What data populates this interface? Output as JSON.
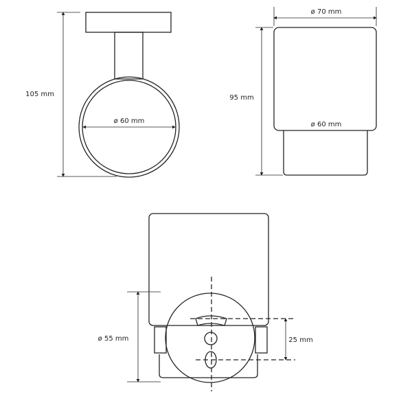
{
  "views": {
    "side_holder": {
      "height_label": "105 mm",
      "ring_diameter_label": "ø 60 mm"
    },
    "cup": {
      "top_diameter_label": "ø 70 mm",
      "height_label": "95 mm",
      "bottom_diameter_label": "ø 60 mm"
    },
    "front": {
      "plate_diameter_label": "ø 55 mm",
      "hole_spacing_label": "25 mm"
    }
  },
  "colors": {
    "line": "#222222",
    "background": "#ffffff"
  }
}
